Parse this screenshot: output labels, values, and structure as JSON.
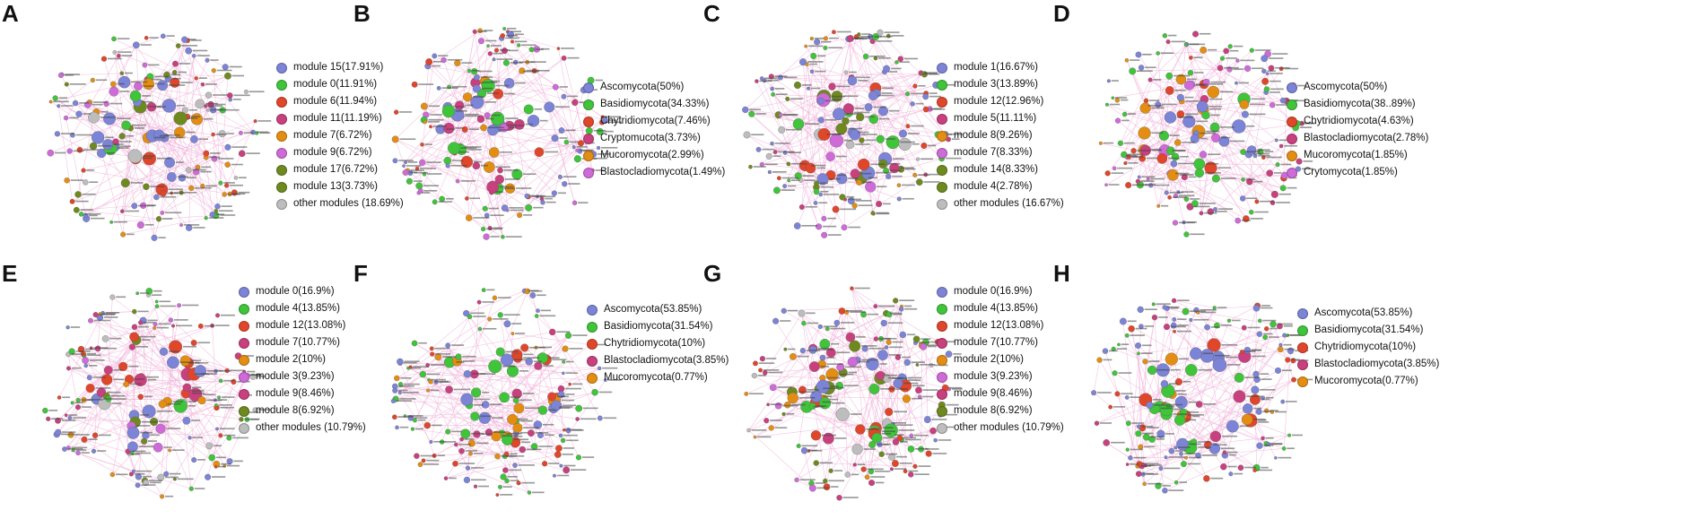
{
  "colors": {
    "blue": "#7b84d6",
    "green": "#3fc43a",
    "red": "#e0462a",
    "magenta": "#c8407e",
    "orange": "#e38e12",
    "violet": "#cf6ad9",
    "olive": "#6e8a1f",
    "gray": "#bdbdbd",
    "edge": "#f2b6dc"
  },
  "panels": [
    {
      "letter": "A",
      "legend": [
        {
          "label": "module 15(17.91%)",
          "color": "blue"
        },
        {
          "label": "module 0(11.91%)",
          "color": "green"
        },
        {
          "label": "module 6(11.94%)",
          "color": "red"
        },
        {
          "label": "module 11(11.19%)",
          "color": "magenta"
        },
        {
          "label": "module 7(6.72%)",
          "color": "orange"
        },
        {
          "label": "module 9(6.72%)",
          "color": "violet"
        },
        {
          "label": "module 17(6.72%)",
          "color": "olive"
        },
        {
          "label": "module 13(3.73%)",
          "color": "olive"
        },
        {
          "label": "other modules (18.69%)",
          "color": "gray"
        }
      ]
    },
    {
      "letter": "B",
      "legend": [
        {
          "label": "Ascomycota(50%)",
          "color": "blue"
        },
        {
          "label": "Basidiomycota(34.33%)",
          "color": "green"
        },
        {
          "label": "Chytridiomycota(7.46%)",
          "color": "red"
        },
        {
          "label": "Cryptomucota(3.73%)",
          "color": "magenta"
        },
        {
          "label": "Mucoromycota(2.99%)",
          "color": "orange"
        },
        {
          "label": "Blastocladiomycota(1.49%)",
          "color": "violet"
        }
      ]
    },
    {
      "letter": "C",
      "legend": [
        {
          "label": "module 1(16.67%)",
          "color": "blue"
        },
        {
          "label": "module 3(13.89%)",
          "color": "green"
        },
        {
          "label": "module 12(12.96%)",
          "color": "red"
        },
        {
          "label": "module 5(11.11%)",
          "color": "magenta"
        },
        {
          "label": "module 8(9.26%)",
          "color": "orange"
        },
        {
          "label": "module 7(8.33%)",
          "color": "violet"
        },
        {
          "label": "module 14(8.33%)",
          "color": "olive"
        },
        {
          "label": "module 4(2.78%)",
          "color": "olive"
        },
        {
          "label": "other modules (16.67%)",
          "color": "gray"
        }
      ]
    },
    {
      "letter": "D",
      "legend": [
        {
          "label": "Ascomycota(50%)",
          "color": "blue"
        },
        {
          "label": "Basidiomycota(38..89%)",
          "color": "green"
        },
        {
          "label": "Chytridiomycota(4.63%)",
          "color": "red"
        },
        {
          "label": "Blastocladiomycota(2.78%)",
          "color": "magenta"
        },
        {
          "label": "Mucoromycota(1.85%)",
          "color": "orange"
        },
        {
          "label": "Crytomycota(1.85%)",
          "color": "violet"
        }
      ]
    },
    {
      "letter": "E",
      "legend": [
        {
          "label": "module 0(16.9%)",
          "color": "blue"
        },
        {
          "label": "module 4(13.85%)",
          "color": "green"
        },
        {
          "label": "module 12(13.08%)",
          "color": "red"
        },
        {
          "label": "module 7(10.77%)",
          "color": "magenta"
        },
        {
          "label": "module 2(10%)",
          "color": "orange"
        },
        {
          "label": "module 3(9.23%)",
          "color": "violet"
        },
        {
          "label": "module 9(8.46%)",
          "color": "magenta"
        },
        {
          "label": "module 8(6.92%)",
          "color": "olive"
        },
        {
          "label": "other modules (10.79%)",
          "color": "gray"
        }
      ]
    },
    {
      "letter": "F",
      "legend": [
        {
          "label": "Ascomycota(53.85%)",
          "color": "blue"
        },
        {
          "label": "Basidiomycota(31.54%)",
          "color": "green"
        },
        {
          "label": "Chytridiomycota(10%)",
          "color": "red"
        },
        {
          "label": "Blastocladiomycota(3.85%)",
          "color": "magenta"
        },
        {
          "label": "Mucoromycota(0.77%)",
          "color": "orange"
        }
      ]
    },
    {
      "letter": "G",
      "legend": [
        {
          "label": "module 0(16.9%)",
          "color": "blue"
        },
        {
          "label": "module 4(13.85%)",
          "color": "green"
        },
        {
          "label": "module 12(13.08%)",
          "color": "red"
        },
        {
          "label": "module 7(10.77%)",
          "color": "magenta"
        },
        {
          "label": "module 2(10%)",
          "color": "orange"
        },
        {
          "label": "module 3(9.23%)",
          "color": "violet"
        },
        {
          "label": "module 9(8.46%)",
          "color": "magenta"
        },
        {
          "label": "module 8(6.92%)",
          "color": "olive"
        },
        {
          "label": "other modules (10.79%)",
          "color": "gray"
        }
      ]
    },
    {
      "letter": "H",
      "legend": [
        {
          "label": "Ascomycota(53.85%)",
          "color": "blue"
        },
        {
          "label": "Basidiomycota(31.54%)",
          "color": "green"
        },
        {
          "label": "Chytridiomycota(10%)",
          "color": "red"
        },
        {
          "label": "Blastocladiomycota(3.85%)",
          "color": "magenta"
        },
        {
          "label": "Mucoromycota(0.77%)",
          "color": "orange"
        }
      ]
    }
  ]
}
